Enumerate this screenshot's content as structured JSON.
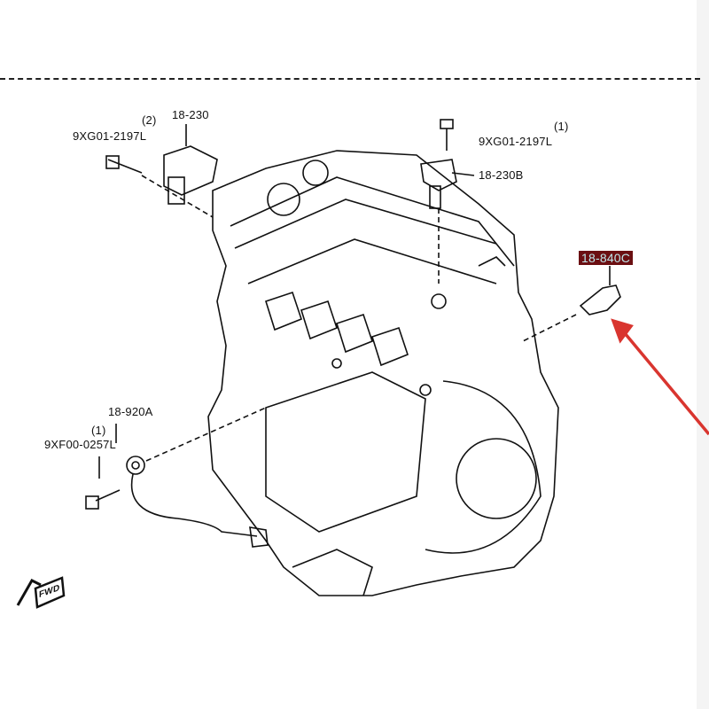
{
  "labels": {
    "bolt_left_qty": "(2)",
    "bolt_left_part": "9XG01-2197L",
    "sensor_left": "18-230",
    "bolt_right_qty": "(1)",
    "bolt_right_part": "9XG01-2197L",
    "sensor_right": "18-230B",
    "highlighted_part": "18-840C",
    "knock_sensor": "18-920A",
    "knock_bolt_qty": "(1)",
    "knock_bolt_part": "9XF00-0257L",
    "fwd": "FWD"
  },
  "colors": {
    "highlight_bg": "#6b0f12",
    "highlight_text": "#bfe8ec",
    "arrow": "#d9352f"
  }
}
